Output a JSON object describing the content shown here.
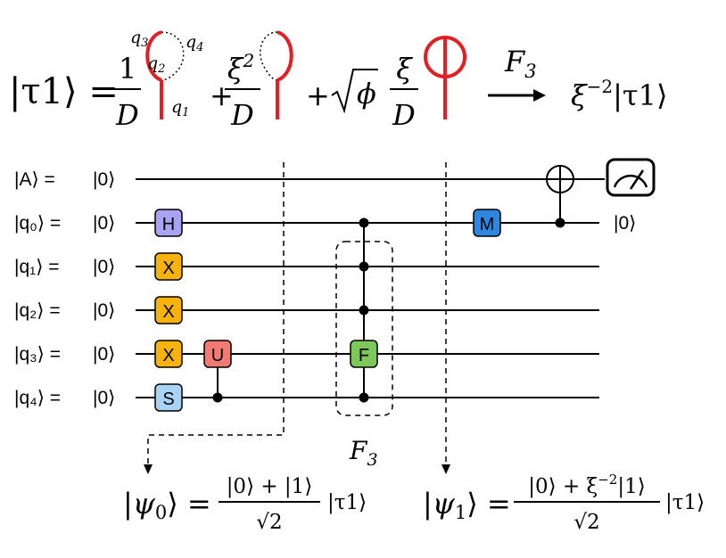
{
  "equation": {
    "lhs": "|τ1⟩ =",
    "term1_coef_num": "1",
    "term1_coef_den": "D",
    "strand_labels": [
      "q",
      "q",
      "q",
      "q"
    ],
    "strand_subs": [
      "3",
      "4",
      "2",
      "1"
    ],
    "plus": "+",
    "term2_num_base": "ξ",
    "term2_num_exp": "2",
    "term2_den": "D",
    "term3_sqrt": "ϕ",
    "term3_num": "ξ",
    "term3_den": "D",
    "arrow_label_base": "F",
    "arrow_label_sub": "3",
    "result_base": "ξ",
    "result_exp": "−2",
    "result_ket": "|τ1⟩"
  },
  "circuit": {
    "wires": [
      {
        "label": "|A⟩ =",
        "init": "|0⟩"
      },
      {
        "label": "|q₀⟩ =",
        "init": "|0⟩"
      },
      {
        "label": "|q₁⟩ =",
        "init": "|0⟩"
      },
      {
        "label": "|q₂⟩ =",
        "init": "|0⟩"
      },
      {
        "label": "|q₃⟩ =",
        "init": "|0⟩"
      },
      {
        "label": "|q₄⟩ =",
        "init": "|0⟩"
      }
    ],
    "gates": [
      {
        "label": "H",
        "wire": 1,
        "color": "#a9a4f2"
      },
      {
        "label": "X",
        "wire": 2,
        "color": "#f8b30b"
      },
      {
        "label": "X",
        "wire": 3,
        "color": "#f8b30b"
      },
      {
        "label": "X",
        "wire": 4,
        "color": "#f8b30b"
      },
      {
        "label": "S",
        "wire": 5,
        "color": "#a9d3f5"
      },
      {
        "label": "U",
        "wire": 4,
        "color": "#f27a74"
      },
      {
        "label": "F",
        "wire": 4,
        "color": "#7dc85a"
      },
      {
        "label": "M",
        "wire": 1,
        "color": "#2f86e0"
      }
    ],
    "q0_output": "|0⟩",
    "f_block_label_base": "F",
    "f_block_label_sub": "3"
  },
  "states": {
    "psi0_lhs_base": "|ψ",
    "psi0_lhs_sub": "0",
    "psi0_lhs_end": "⟩ =",
    "psi0_num": "|0⟩ + |1⟩",
    "psi0_den": "√2",
    "psi0_tail": "|τ1⟩",
    "psi1_lhs_base": "|ψ",
    "psi1_lhs_sub": "1",
    "psi1_lhs_end": "⟩ =",
    "psi1_num_a": "|0⟩ + ξ",
    "psi1_num_exp": "−2",
    "psi1_num_b": "|1⟩",
    "psi1_den": "√2",
    "psi1_tail": "|τ1⟩"
  }
}
